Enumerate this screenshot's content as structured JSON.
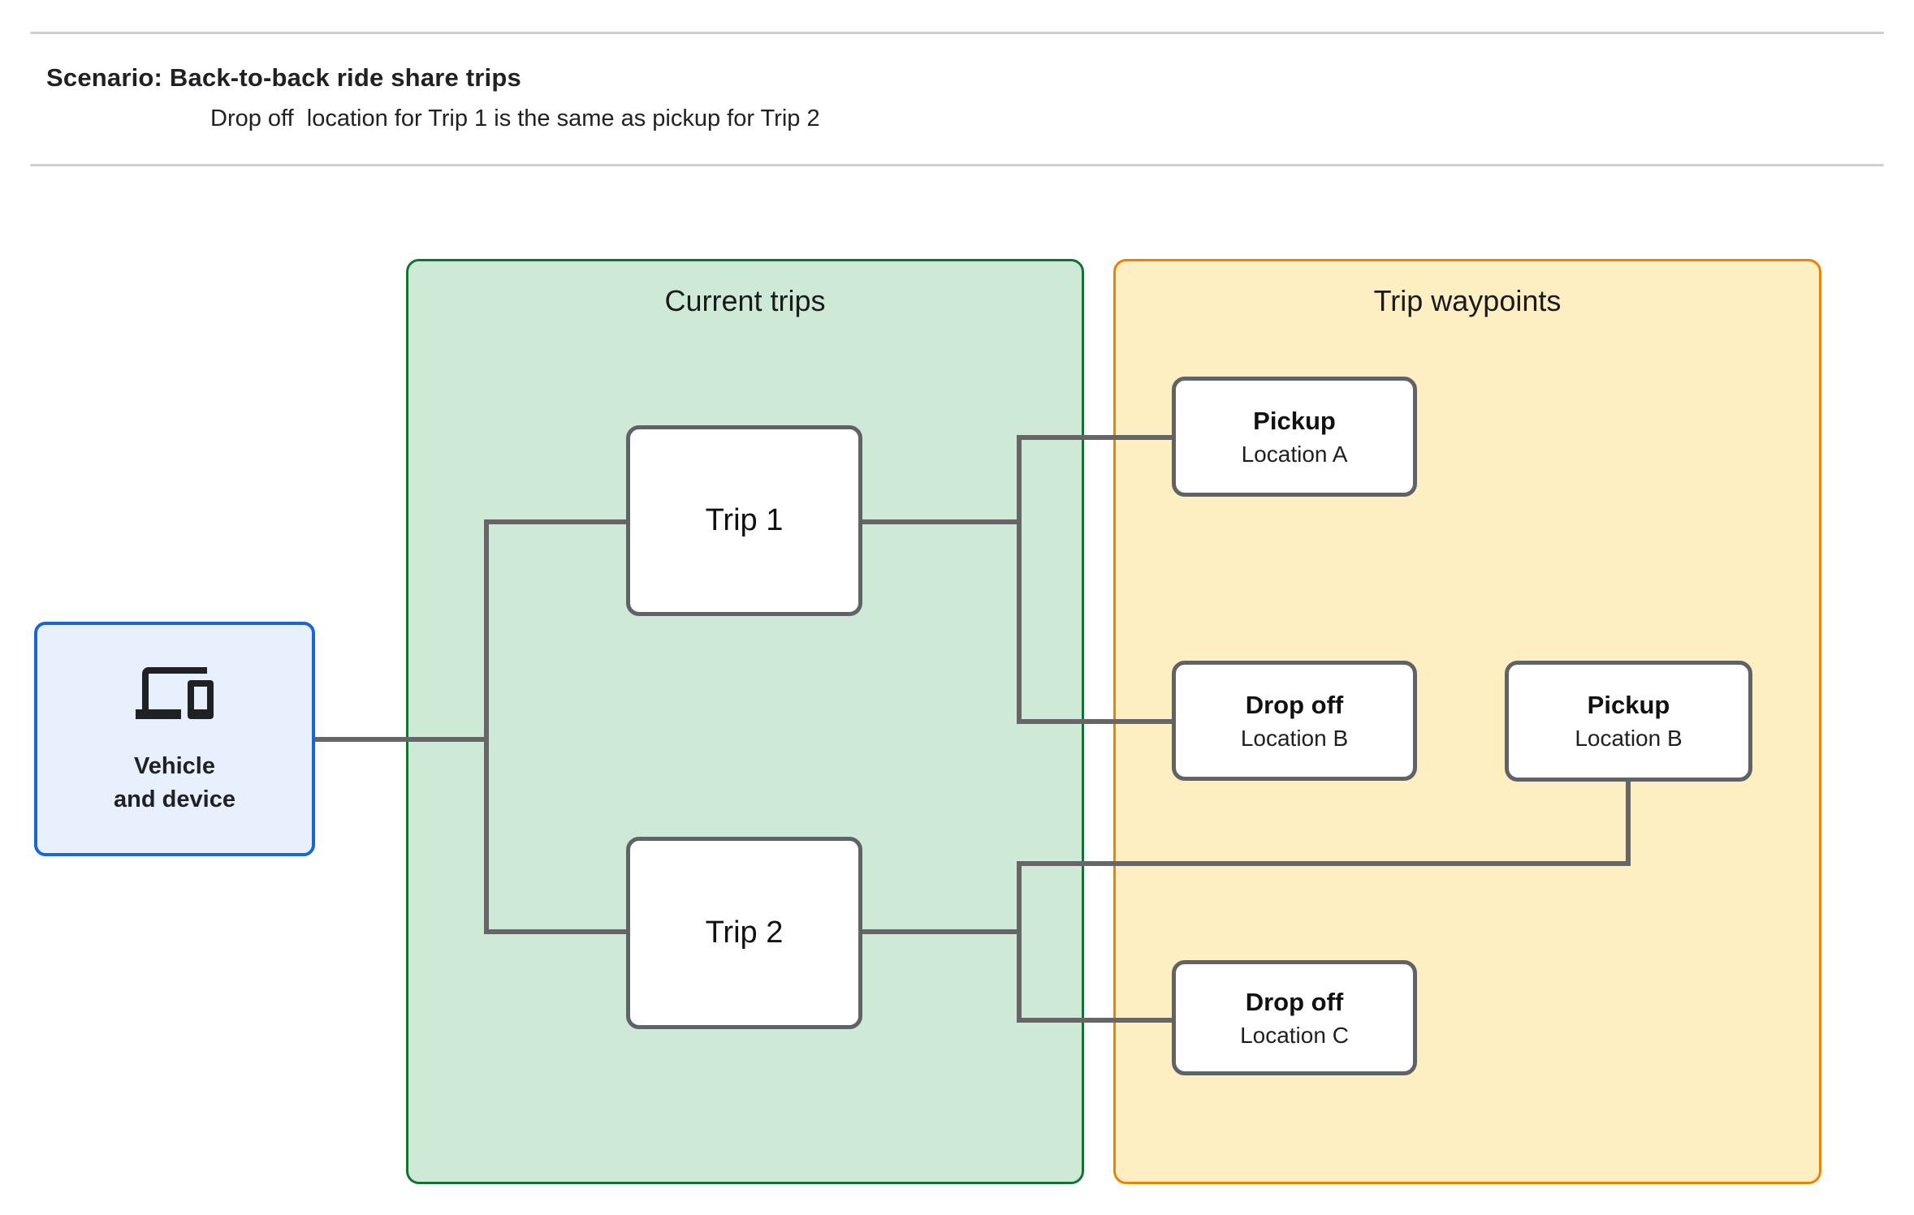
{
  "header": {
    "title": "Scenario: Back-to-back ride share trips",
    "subtitle": "Drop off  location for Trip 1 is the same as pickup for Trip 2"
  },
  "diagram": {
    "vehicle": {
      "icon": "laptop-and-phone-devices-icon",
      "label_line1": "Vehicle",
      "label_line2": "and device"
    },
    "panels": [
      {
        "id": "current-trips",
        "title": "Current trips"
      },
      {
        "id": "trip-waypoints",
        "title": "Trip waypoints"
      }
    ],
    "trips": [
      {
        "label": "Trip 1"
      },
      {
        "label": "Trip 2"
      }
    ],
    "waypoints": [
      {
        "title": "Pickup",
        "subtitle": "Location A"
      },
      {
        "title": "Drop off",
        "subtitle": "Location B"
      },
      {
        "title": "Pickup",
        "subtitle": "Location B"
      },
      {
        "title": "Drop off",
        "subtitle": "Location C"
      }
    ],
    "colors": {
      "green_panel_fill": "#CEEAD6",
      "green_panel_border": "#137333",
      "orange_panel_fill": "#FEEFC3",
      "orange_panel_border": "#ED8200",
      "vehicle_fill": "#E8F0FE",
      "vehicle_border": "#1967D2",
      "node_border": "#5F6368",
      "connector": "#666666",
      "divider": "#CFCFCF",
      "text": "#202124"
    }
  }
}
